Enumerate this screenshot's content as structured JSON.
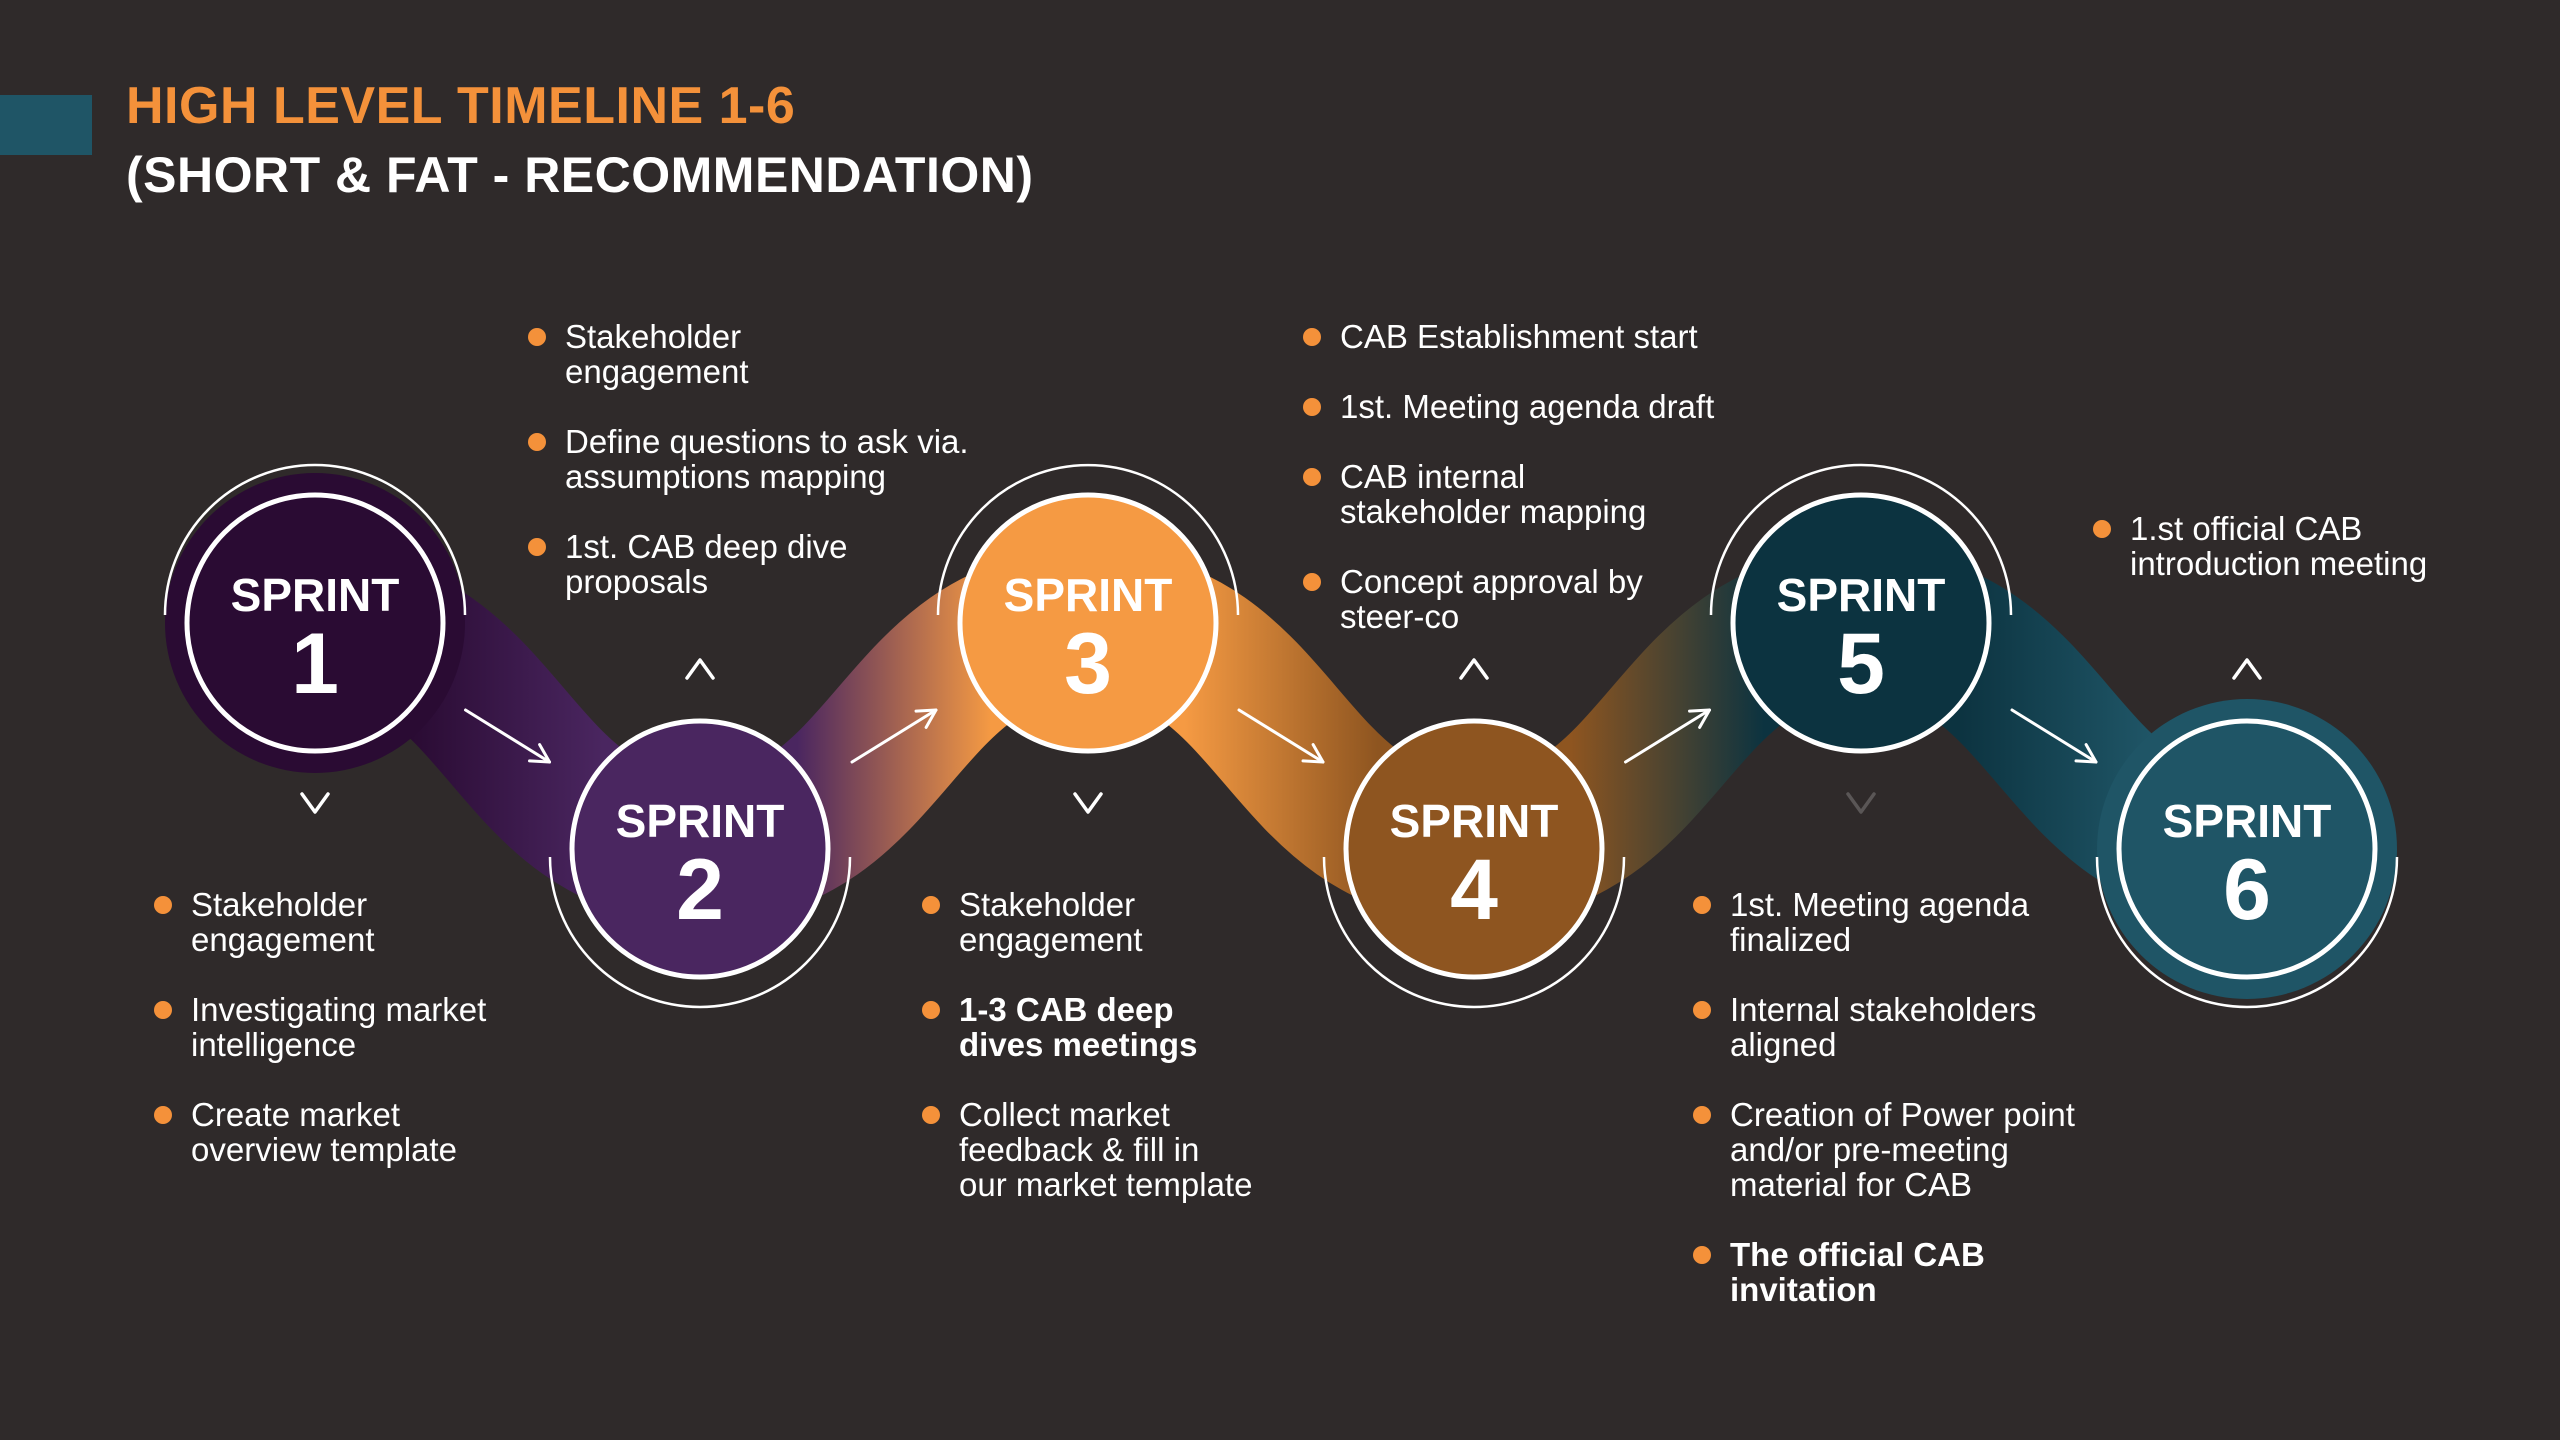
{
  "header": {
    "title": "HIGH LEVEL TIMELINE 1-6",
    "subtitle": "(SHORT & FAT - RECOMMENDATION)"
  },
  "colors": {
    "background": "#2f2a2a",
    "accent_orange": "#f4913a",
    "accent_teal": "#1f5566",
    "sprint1": "#2a0b33",
    "sprint2": "#4a2660",
    "sprint3": "#f59a43",
    "sprint4": "#8e5520",
    "sprint5": "#0c3340",
    "sprint6": "#1f5566"
  },
  "sprints": [
    {
      "word": "SPRINT",
      "number": "1",
      "items": [
        {
          "lines": [
            "Stakeholder",
            "engagement"
          ],
          "bold": false
        },
        {
          "lines": [
            "Investigating market",
            "intelligence"
          ],
          "bold": false
        },
        {
          "lines": [
            "Create market",
            "overview template"
          ],
          "bold": false
        }
      ]
    },
    {
      "word": "SPRINT",
      "number": "2",
      "items": [
        {
          "lines": [
            "Stakeholder",
            "engagement"
          ],
          "bold": false
        },
        {
          "lines": [
            "Define questions to ask via.",
            "assumptions mapping"
          ],
          "bold": false
        },
        {
          "lines": [
            "1st. CAB deep dive",
            "proposals"
          ],
          "bold": false
        }
      ]
    },
    {
      "word": "SPRINT",
      "number": "3",
      "items": [
        {
          "lines": [
            "Stakeholder",
            "engagement"
          ],
          "bold": false
        },
        {
          "lines": [
            "1-3 CAB deep",
            "dives meetings"
          ],
          "bold": true
        },
        {
          "lines": [
            "Collect market",
            "feedback & fill in",
            "our market template"
          ],
          "bold": false
        }
      ]
    },
    {
      "word": "SPRINT",
      "number": "4",
      "items": [
        {
          "lines": [
            "CAB Establishment start"
          ],
          "bold": false
        },
        {
          "lines": [
            "1st. Meeting agenda draft"
          ],
          "bold": false
        },
        {
          "lines": [
            "CAB internal",
            "stakeholder mapping"
          ],
          "bold": false
        },
        {
          "lines": [
            "Concept approval by",
            "steer-co"
          ],
          "bold": false
        }
      ]
    },
    {
      "word": "SPRINT",
      "number": "5",
      "items": [
        {
          "lines": [
            "1st. Meeting agenda",
            "finalized"
          ],
          "bold": false
        },
        {
          "lines": [
            "Internal stakeholders",
            "aligned"
          ],
          "bold": false
        },
        {
          "lines": [
            "Creation of Power point",
            "and/or pre-meeting",
            "material for CAB"
          ],
          "bold": false
        },
        {
          "lines": [
            "The official CAB",
            "invitation"
          ],
          "bold": true
        }
      ]
    },
    {
      "word": "SPRINT",
      "number": "6",
      "items": [
        {
          "lines": [
            "1.st official CAB",
            "introduction meeting"
          ],
          "bold": false
        }
      ]
    }
  ]
}
